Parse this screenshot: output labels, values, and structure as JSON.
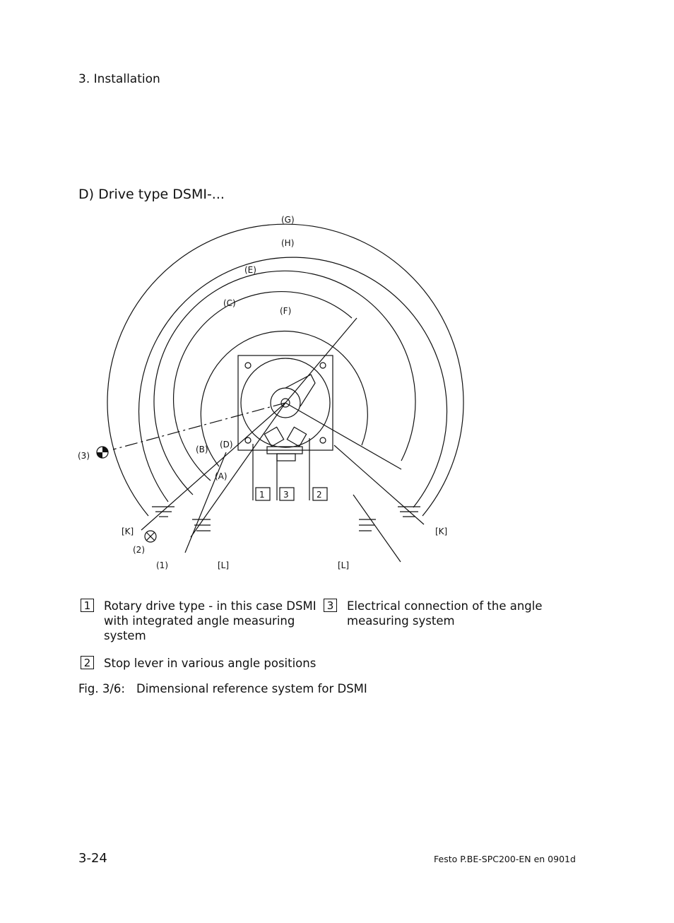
{
  "header": {
    "section": "3.  Installation"
  },
  "section_title": "D) Drive type DSMI-...",
  "figure": {
    "labels": {
      "G": "(G)",
      "H": "(H)",
      "E": "(E)",
      "C": "(C)",
      "F": "(F)",
      "B": "(B)",
      "D": "(D)",
      "A": "(A)",
      "ref3": "(3)",
      "ref2": "(2)",
      "ref1": "(1)",
      "K_left": "[K]",
      "K_right": "[K]",
      "L_left": "[L]",
      "L_right": "[L]",
      "callout1": "1",
      "callout3": "3",
      "callout2": "2"
    }
  },
  "legend": [
    {
      "num": "1",
      "text_lines": [
        "Rotary drive type - in this case DSMI",
        "with integrated angle measuring",
        "system"
      ]
    },
    {
      "num": "3",
      "text_lines": [
        "Electrical connection of the angle",
        "measuring system"
      ]
    },
    {
      "num": "2",
      "text_lines": [
        "Stop lever in various angle positions"
      ]
    }
  ],
  "caption": {
    "label": "Fig. 3/6:",
    "text": "Dimensional reference system for DSMI"
  },
  "footer": {
    "page_number": "3-24",
    "doc_ref": "Festo  P.BE-SPC200-EN  en 0901d"
  }
}
